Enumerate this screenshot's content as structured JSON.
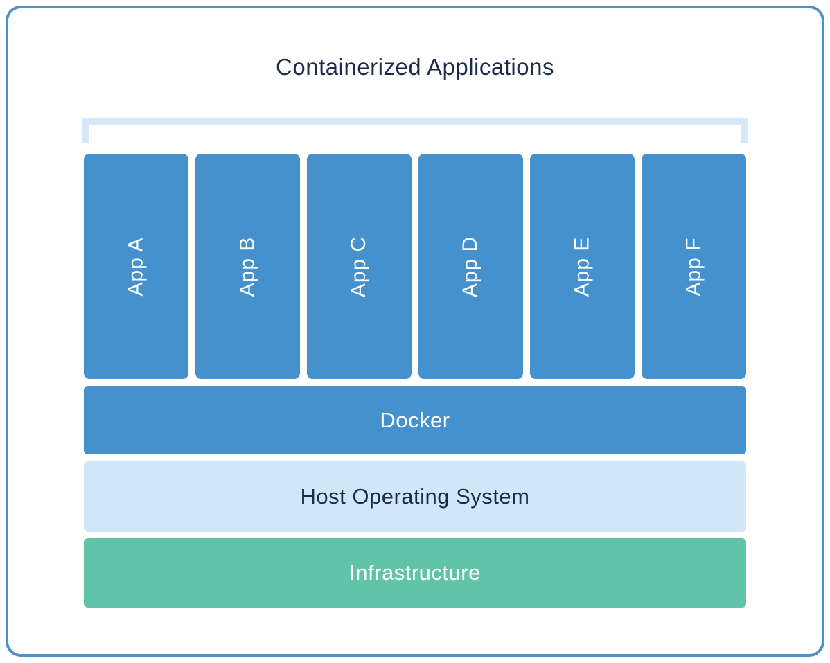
{
  "diagram": {
    "title": "Containerized Applications",
    "apps": [
      {
        "label": "App A"
      },
      {
        "label": "App B"
      },
      {
        "label": "App C"
      },
      {
        "label": "App D"
      },
      {
        "label": "App E"
      },
      {
        "label": "App F"
      }
    ],
    "layers": [
      {
        "id": "docker",
        "label": "Docker"
      },
      {
        "id": "host-os",
        "label": "Host Operating System"
      },
      {
        "id": "infrastructure",
        "label": "Infrastructure"
      }
    ]
  },
  "colors": {
    "card-border": "#4a90cb",
    "box-blue": "#4591ce",
    "bracket-blue": "#d4e8fa",
    "host-os-blue": "#cfe7f8",
    "infra-green": "#61c3a8",
    "text-navy": "#1b2b4a",
    "text-white": "#ffffff",
    "background": "#ffffff"
  }
}
